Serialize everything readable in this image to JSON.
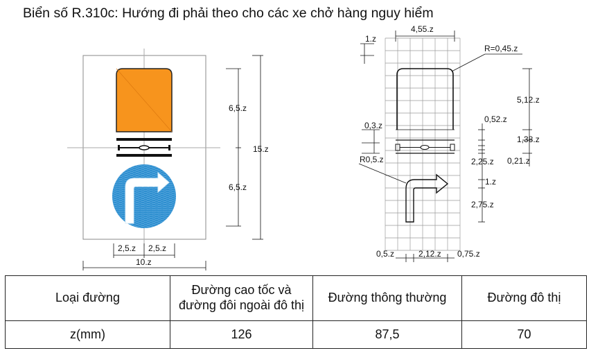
{
  "title": "Biển số R.310c: Hướng đi phải theo cho các xe chở hàng nguy hiểm",
  "sign": {
    "dims": {
      "height_upper": "6,5.z",
      "height_lower": "6,5.z",
      "height_total": "15.z",
      "half_left": "2,5.z",
      "half_right": "2,5.z",
      "width_total": "10.z"
    }
  },
  "detail": {
    "dims": {
      "grid_cell": "1.z",
      "panel_width": "4,55.z",
      "corner_radius": "R=0,45.z",
      "panel_height": "5,12.z",
      "bar_gap": "0,3.z",
      "bar_width_a": "0,52.z",
      "bar_width_b": "1,38.z",
      "bar_width_c": "0,21.z",
      "arrow_radius": "R0,5.z",
      "arrow_top": "2,25.z",
      "arrow_step": "1.z",
      "arrow_bottom": "2,75.z",
      "bottom_left": "0,5.z",
      "bottom_mid": "2,12.z",
      "bottom_right": "0,75.z"
    }
  },
  "table": {
    "rows": [
      [
        "Loại đường",
        "Đường cao tốc và đường đôi ngoài đô thị",
        "Đường thông thường",
        "Đường đô thị"
      ],
      [
        "z(mm)",
        "126",
        "87,5",
        "70"
      ]
    ]
  },
  "colors": {
    "orange_panel": "#f7941d",
    "blue_sign": "#2e8fd0",
    "grid": "#9a9a9a"
  }
}
